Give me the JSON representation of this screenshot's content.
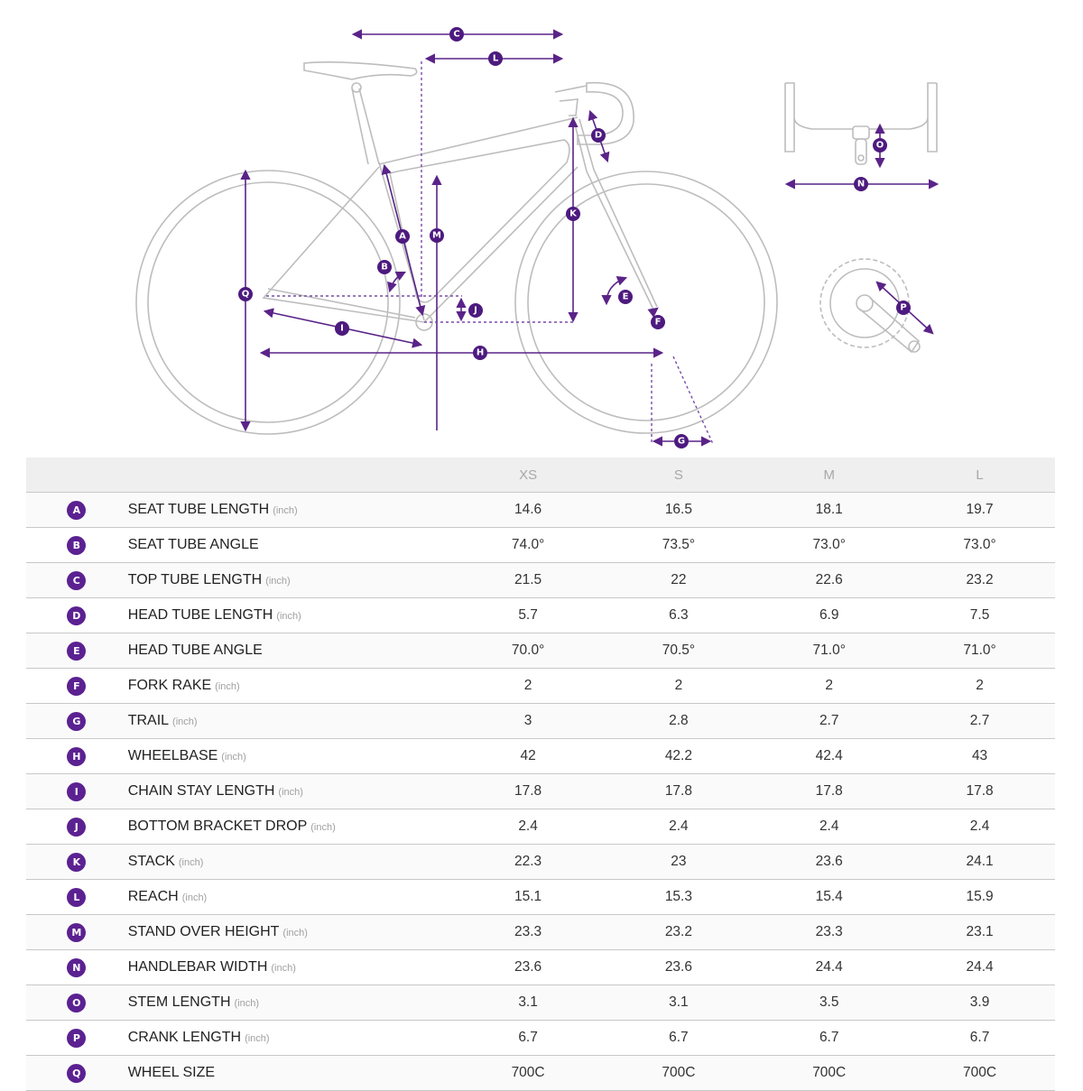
{
  "sizes": [
    "XS",
    "S",
    "M",
    "L"
  ],
  "unit_label": "(inch)",
  "rows": [
    {
      "letter": "A",
      "name": "SEAT TUBE LENGTH",
      "unit": "(inch)",
      "values": [
        "14.6",
        "16.5",
        "18.1",
        "19.7"
      ]
    },
    {
      "letter": "B",
      "name": "SEAT TUBE ANGLE",
      "unit": "",
      "values": [
        "74.0°",
        "73.5°",
        "73.0°",
        "73.0°"
      ]
    },
    {
      "letter": "C",
      "name": "TOP TUBE LENGTH",
      "unit": "(inch)",
      "values": [
        "21.5",
        "22",
        "22.6",
        "23.2"
      ]
    },
    {
      "letter": "D",
      "name": "HEAD TUBE LENGTH",
      "unit": "(inch)",
      "values": [
        "5.7",
        "6.3",
        "6.9",
        "7.5"
      ]
    },
    {
      "letter": "E",
      "name": "HEAD TUBE ANGLE",
      "unit": "",
      "values": [
        "70.0°",
        "70.5°",
        "71.0°",
        "71.0°"
      ]
    },
    {
      "letter": "F",
      "name": "FORK RAKE",
      "unit": "(inch)",
      "values": [
        "2",
        "2",
        "2",
        "2"
      ]
    },
    {
      "letter": "G",
      "name": "TRAIL",
      "unit": "(inch)",
      "values": [
        "3",
        "2.8",
        "2.7",
        "2.7"
      ]
    },
    {
      "letter": "H",
      "name": "WHEELBASE",
      "unit": "(inch)",
      "values": [
        "42",
        "42.2",
        "42.4",
        "43"
      ]
    },
    {
      "letter": "I",
      "name": "CHAIN STAY LENGTH",
      "unit": "(inch)",
      "values": [
        "17.8",
        "17.8",
        "17.8",
        "17.8"
      ]
    },
    {
      "letter": "J",
      "name": "BOTTOM BRACKET DROP",
      "unit": "(inch)",
      "values": [
        "2.4",
        "2.4",
        "2.4",
        "2.4"
      ]
    },
    {
      "letter": "K",
      "name": "STACK",
      "unit": "(inch)",
      "values": [
        "22.3",
        "23",
        "23.6",
        "24.1"
      ]
    },
    {
      "letter": "L",
      "name": "REACH",
      "unit": "(inch)",
      "values": [
        "15.1",
        "15.3",
        "15.4",
        "15.9"
      ]
    },
    {
      "letter": "M",
      "name": "STAND OVER HEIGHT",
      "unit": "(inch)",
      "values": [
        "23.3",
        "23.2",
        "23.3",
        "23.1"
      ]
    },
    {
      "letter": "N",
      "name": "HANDLEBAR WIDTH",
      "unit": "(inch)",
      "values": [
        "23.6",
        "23.6",
        "24.4",
        "24.4"
      ]
    },
    {
      "letter": "O",
      "name": "STEM LENGTH",
      "unit": "(inch)",
      "values": [
        "3.1",
        "3.1",
        "3.5",
        "3.9"
      ]
    },
    {
      "letter": "P",
      "name": "CRANK LENGTH",
      "unit": "(inch)",
      "values": [
        "6.7",
        "6.7",
        "6.7",
        "6.7"
      ]
    },
    {
      "letter": "Q",
      "name": "WHEEL SIZE",
      "unit": "",
      "values": [
        "700C",
        "700C",
        "700C",
        "700C"
      ]
    }
  ],
  "colors": {
    "accent": "#5b2191",
    "frame": "#bdbdbd",
    "header_bg": "#efefef"
  }
}
